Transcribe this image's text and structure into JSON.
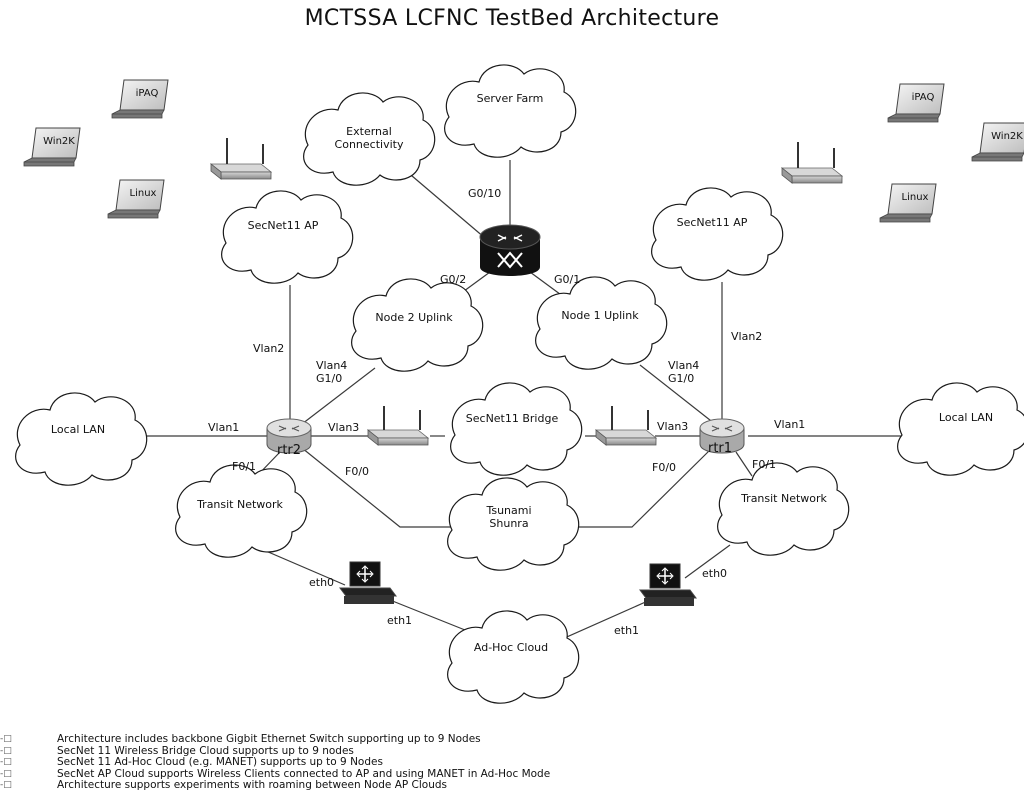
{
  "title": "MCTSSA LCFNC TestBed Architecture",
  "clouds": {
    "external_connectivity": "External\nConnectivity",
    "server_farm": "Server Farm",
    "secnet11_ap_left": "SecNet11 AP",
    "secnet11_ap_right": "SecNet11 AP",
    "node2_uplink": "Node 2 Uplink",
    "node1_uplink": "Node 1 Uplink",
    "local_lan_left": "Local LAN",
    "local_lan_right": "Local LAN",
    "secnet11_bridge": "SecNet11 Bridge",
    "tsunami_shunra": "Tsunami\nShunra",
    "transit_network_left": "Transit Network",
    "transit_network_right": "Transit Network",
    "adhoc_cloud": "Ad-Hoc Cloud"
  },
  "laptops": {
    "ipaq_left": "iPAQ",
    "win2k_left": "Win2K",
    "linux_left": "Linux",
    "ipaq_right": "iPAQ",
    "win2k_right": "Win2K",
    "linux_right": "Linux"
  },
  "routers": {
    "rtr2": "rtr2",
    "rtr1": "rtr1"
  },
  "edge_labels": {
    "g0_10": "G0/10",
    "g0_2": "G0/2",
    "g0_1": "G0/1",
    "vlan2_left": "Vlan2",
    "vlan2_right": "Vlan2",
    "vlan4_g10_left": "Vlan4\nG1/0",
    "vlan4_g10_right": "Vlan4\nG1/0",
    "vlan1_left": "Vlan1",
    "vlan1_right": "Vlan1",
    "vlan3_left": "Vlan3",
    "vlan3_right": "Vlan3",
    "f0_1_left": "F0/1",
    "f0_1_right": "F0/1",
    "f0_0_left": "F0/0",
    "f0_0_right": "F0/0",
    "eth0_left": "eth0",
    "eth0_right": "eth0",
    "eth1_left": "eth1",
    "eth1_right": "eth1"
  },
  "notes": [
    "Architecture includes backbone Gigbit Ethernet Switch supporting up to 9 Nodes",
    "SecNet 11 Wireless Bridge Cloud supports up to 9 nodes",
    "SecNet 11 Ad-Hoc Cloud (e.g. MANET) supports up to 9 Nodes",
    "SecNet AP Cloud supports Wireless Clients connected to AP and using MANET in Ad-Hoc Mode",
    "Architecture supports experiments with roaming between Node AP Clouds"
  ],
  "note_bullet": "-□",
  "colors": {
    "line": "#3a3a3a",
    "switch": "#111111",
    "router_top": "#e0e0e0",
    "router_body": "#a9a9a9",
    "text": "#111111"
  }
}
